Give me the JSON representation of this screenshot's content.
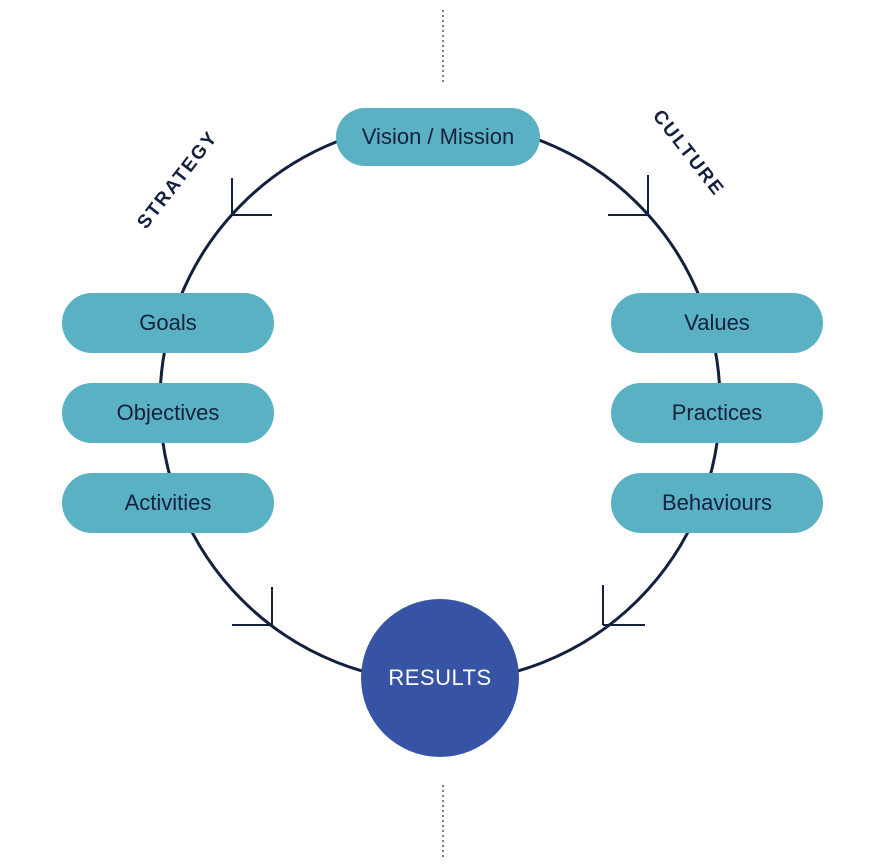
{
  "top": {
    "label": "Vision / Mission"
  },
  "left_arc": {
    "label": "STRATEGY"
  },
  "right_arc": {
    "label": "CULTURE"
  },
  "strategy_items": [
    "Goals",
    "Objectives",
    "Activities"
  ],
  "culture_items": [
    "Values",
    "Practices",
    "Behaviours"
  ],
  "bottom": {
    "label": "RESULTS"
  },
  "colors": {
    "pill": "#5bb1c4",
    "pill_text": "#14213d",
    "results": "#3753a5",
    "line": "#14213d"
  }
}
